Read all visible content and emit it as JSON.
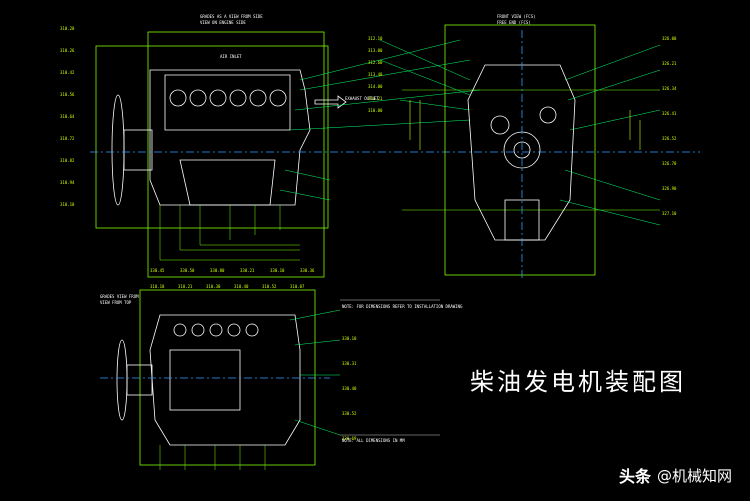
{
  "title": "柴油发电机装配图",
  "watermark": {
    "brand": "头条",
    "handle": "@机械知网"
  },
  "colors": {
    "background": "#000000",
    "dimension": "#7CFC00",
    "outline": "#FFFFFF",
    "leader": "#00FF66",
    "centerline": "#3399FF",
    "accent": "#CCFF00"
  },
  "views": {
    "side": {
      "caption": "GRADES AS A VIEW FROM SIDE",
      "sub": "VIEW ON ENGINE SIDE",
      "exhaust": "EXHAUST OUTLET",
      "air": "AIR INLET"
    },
    "front": {
      "caption": "FRONT VIEW (FCS)",
      "sub": "FREE END (FCS)"
    },
    "top": {
      "caption": "GRADES VIEW FROM",
      "sub": "VIEW FROM TOP"
    }
  },
  "notes": {
    "block1": "NOTE: FOR DIMENSIONS REFER TO INSTALLATION DRAWING",
    "block2": "NOTE: ALL DIMENSIONS IN MM"
  },
  "labels": {
    "left": [
      "310.20",
      "310.26",
      "310.42",
      "310.56",
      "310.64",
      "310.72",
      "310.82",
      "310.94",
      "310.10"
    ],
    "midcol": [
      "312.10",
      "313.00",
      "312.60",
      "313.40",
      "314.00",
      "310.21",
      "310.00"
    ],
    "right": [
      "326.00",
      "326.21",
      "326.34",
      "326.41",
      "326.52",
      "326.70",
      "326.90",
      "327.10"
    ],
    "bottom": [
      "330.45",
      "330.50",
      "330.80",
      "330.21",
      "330.10",
      "330.36"
    ],
    "topview_top": [
      "318.18",
      "318.21",
      "310.30",
      "310.40",
      "310.52",
      "310.07"
    ],
    "topview_right": [
      "330.10",
      "330.31",
      "330.40",
      "330.52",
      "330.69"
    ]
  }
}
